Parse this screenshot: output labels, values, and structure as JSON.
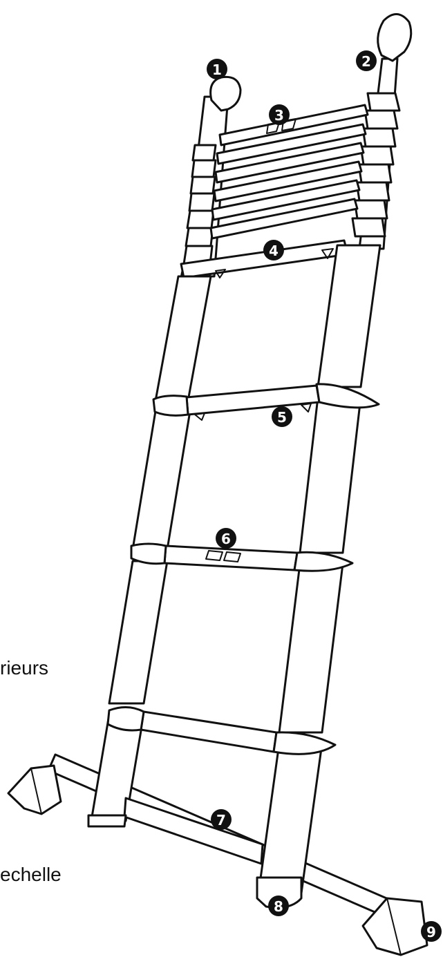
{
  "figure": {
    "side_labels": [
      "rieurs",
      "echelle"
    ],
    "callouts": [
      "1",
      "2",
      "3",
      "4",
      "5",
      "6",
      "7",
      "8",
      "9"
    ]
  },
  "colors": {
    "ink": "#111111",
    "background": "#ffffff"
  }
}
